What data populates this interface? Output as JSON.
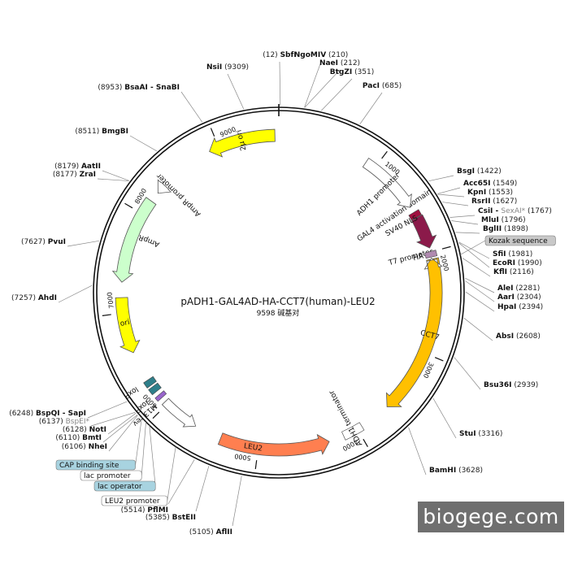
{
  "plasmid": {
    "name": "pADH1-GAL4AD-HA-CCT7(human)-LEU2",
    "size_label": "9598 碱基对",
    "length": 9598
  },
  "ticks": [
    {
      "bp": 1000,
      "label": "1000"
    },
    {
      "bp": 2000,
      "label": "2000"
    },
    {
      "bp": 3000,
      "label": "3000"
    },
    {
      "bp": 4000,
      "label": "4000"
    },
    {
      "bp": 5000,
      "label": "5000"
    },
    {
      "bp": 6000,
      "label": "6000"
    },
    {
      "bp": 7000,
      "label": "7000"
    },
    {
      "bp": 8000,
      "label": "8000"
    },
    {
      "bp": 9000,
      "label": "9000"
    }
  ],
  "sites": [
    {
      "name": "SbfI",
      "pos": "(12)"
    },
    {
      "name": "NgoMIV",
      "pos": "(210)"
    },
    {
      "name": "NaeI",
      "pos": "(212)"
    },
    {
      "name": "BtgZI",
      "pos": "(351)"
    },
    {
      "name": "PacI",
      "pos": "(685)"
    },
    {
      "name": "BsgI",
      "pos": "(1422)"
    },
    {
      "name": "Acc65I",
      "pos": "(1549)"
    },
    {
      "name": "KpnI",
      "pos": "(1553)"
    },
    {
      "name": "RsrII",
      "pos": "(1627)"
    },
    {
      "name": "CsiI - ",
      "alt": "SexAI*",
      "pos": "(1767)"
    },
    {
      "name": "MluI",
      "pos": "(1796)"
    },
    {
      "name": "BglII",
      "pos": "(1898)"
    },
    {
      "name": "SfiI",
      "pos": "(1981)"
    },
    {
      "name": "EcoRI",
      "pos": "(1990)"
    },
    {
      "name": "KflI",
      "pos": "(2116)"
    },
    {
      "name": "AleI",
      "pos": "(2281)"
    },
    {
      "name": "AarI",
      "pos": "(2304)"
    },
    {
      "name": "HpaI",
      "pos": "(2394)"
    },
    {
      "name": "AbsI",
      "pos": "(2608)"
    },
    {
      "name": "Bsu36I",
      "pos": "(2939)"
    },
    {
      "name": "StuI",
      "pos": "(3316)"
    },
    {
      "name": "BamHI",
      "pos": "(3628)"
    },
    {
      "name": "AflII",
      "pos": "(5105)"
    },
    {
      "name": "BstEII",
      "pos": "(5385)"
    },
    {
      "name": "PflMI",
      "pos": "(5514)"
    },
    {
      "name": "NheI",
      "pos": "(6106)"
    },
    {
      "name": "BmtI",
      "pos": "(6110)"
    },
    {
      "name": "NotI",
      "pos": "(6128)"
    },
    {
      "name": "BspEI*",
      "pos": "(6137)",
      "grey": true
    },
    {
      "name": "BspQI - SapI",
      "pos": "(6248)"
    },
    {
      "name": "AhdI",
      "pos": "(7257)"
    },
    {
      "name": "PvuI",
      "pos": "(7627)"
    },
    {
      "name": "ZraI",
      "pos": "(8177)"
    },
    {
      "name": "AatII",
      "pos": "(8179)"
    },
    {
      "name": "BmgBI",
      "pos": "(8511)"
    },
    {
      "name": "BsaAI - SnaBI",
      "pos": "(8953)"
    },
    {
      "name": "NsiI",
      "pos": "(9309)"
    }
  ],
  "features": [
    {
      "name": "2μ ori",
      "color": "#ffff00"
    },
    {
      "name": "AmpR promoter",
      "color": "#ffffff"
    },
    {
      "name": "AmpR",
      "color": "#ccffcc"
    },
    {
      "name": "ori",
      "color": "#ffff00"
    },
    {
      "name": "loxP",
      "color": "#2e7f8a"
    },
    {
      "name": "loxP",
      "color": "#2e7f8a"
    },
    {
      "name": "M13 rev",
      "color": "#9966cc"
    },
    {
      "name": "LEU2",
      "color": "#ff7f50"
    },
    {
      "name": "ADH1 terminator",
      "color": "#ffffff"
    },
    {
      "name": "CCT7",
      "color": "#ffc000"
    },
    {
      "name": "T7 promoter",
      "color": "#ffffff"
    },
    {
      "name": "HA",
      "color": "#b08ab0"
    },
    {
      "name": "GAL4 activation domain",
      "color": "#8b1a4a"
    },
    {
      "name": "SV40 NLS",
      "color": "#a01040"
    },
    {
      "name": "ADH1 promoter",
      "color": "#ffffff"
    }
  ],
  "boxed_labels": [
    {
      "text": "Kozak sequence",
      "fill": "#c8c8c8"
    },
    {
      "text": "CAP binding site",
      "fill": "#a8d3e0"
    },
    {
      "text": "lac promoter",
      "fill": "#ffffff"
    },
    {
      "text": "lac operator",
      "fill": "#a8d3e0"
    },
    {
      "text": "LEU2 promoter",
      "fill": "#ffffff"
    }
  ],
  "watermark": "biogege.com"
}
